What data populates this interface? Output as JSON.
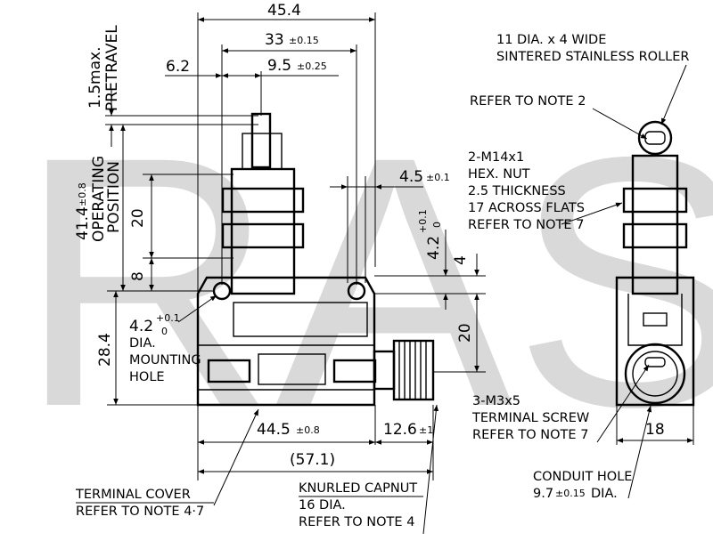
{
  "watermark": "RAS",
  "front_view": {
    "dim_overall_top": "45.4",
    "dim_33": "33",
    "dim_33_tol": "±0.15",
    "dim_6_2": "6.2",
    "dim_9_5": "9.5",
    "dim_9_5_tol": "±0.25",
    "dim_4_5": "4.5",
    "dim_4_5_tol": "±0.1",
    "dim_4_2_right": "4.2",
    "dim_4_2_right_tol_plus": "+0.1",
    "dim_4_2_right_tol_minus": "0",
    "dim_4": "4",
    "dim_20_right": "20",
    "dim_pretravel": "1.5max.",
    "label_pretravel": "PRETRAVEL",
    "dim_41_4": "41.4",
    "dim_41_4_tol": "±0.8",
    "label_operating": "OPERATING",
    "label_position": "POSITION",
    "dim_20_left": "20",
    "dim_8": "8",
    "dim_28_4": "28.4",
    "hole_dim": "4.2",
    "hole_tol_plus": "+0.1",
    "hole_tol_minus": "0",
    "hole_line1": "DIA.",
    "hole_line2": "MOUNTING",
    "hole_line3": "HOLE",
    "dim_44_5": "44.5",
    "dim_44_5_tol": "±0.8",
    "dim_12_6": "12.6",
    "dim_12_6_tol": "±1",
    "dim_57_1": "(57.1)"
  },
  "side_view": {
    "dim_18": "18"
  },
  "notes": {
    "roller_1": "11 DIA. x 4 WIDE",
    "roller_2": "SINTERED STAINLESS ROLLER",
    "refer_note_2": "REFER TO NOTE 2",
    "hex_1": "2-M14x1",
    "hex_2": "HEX. NUT",
    "hex_3": "2.5 THICKNESS",
    "hex_4": "17 ACROSS FLATS",
    "hex_5": "REFER TO NOTE 7",
    "screw_1": "3-M3x5",
    "screw_2": "TERMINAL SCREW",
    "screw_3": "REFER TO NOTE 7",
    "conduit_1": "CONDUIT HOLE",
    "conduit_2": "9.7",
    "conduit_2_tol": "±0.15",
    "conduit_2_suffix": "DIA.",
    "cover_1": "TERMINAL COVER",
    "cover_2": "REFER TO NOTE 4·7",
    "capnut_1": "KNURLED CAPNUT",
    "capnut_2": "16 DIA.",
    "capnut_3": "REFER TO NOTE 4"
  }
}
